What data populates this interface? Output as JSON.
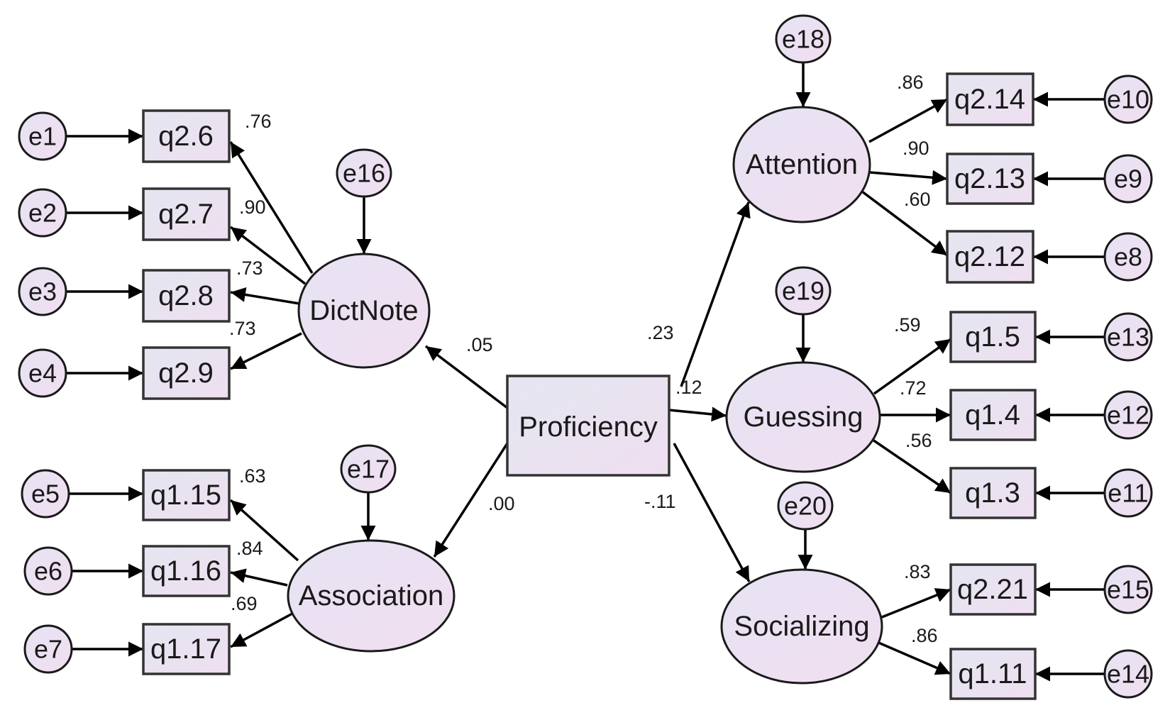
{
  "diagram": {
    "nodes": {
      "proficiency": "Proficiency",
      "dictnote": "DictNote",
      "association": "Association",
      "attention": "Attention",
      "guessing": "Guessing",
      "socializing": "Socializing",
      "q2_6": "q2.6",
      "q2_7": "q2.7",
      "q2_8": "q2.8",
      "q2_9": "q2.9",
      "q1_15": "q1.15",
      "q1_16": "q1.16",
      "q1_17": "q1.17",
      "q2_14": "q2.14",
      "q2_13": "q2.13",
      "q2_12": "q2.12",
      "q1_5": "q1.5",
      "q1_4": "q1.4",
      "q1_3": "q1.3",
      "q2_21": "q2.21",
      "q1_11": "q1.11",
      "e1": "e1",
      "e2": "e2",
      "e3": "e3",
      "e4": "e4",
      "e5": "e5",
      "e6": "e6",
      "e7": "e7",
      "e8": "e8",
      "e9": "e9",
      "e10": "e10",
      "e11": "e11",
      "e12": "e12",
      "e13": "e13",
      "e14": "e14",
      "e15": "e15",
      "e16": "e16",
      "e17": "e17",
      "e18": "e18",
      "e19": "e19",
      "e20": "e20"
    },
    "coefficients": {
      "prof_dictnote": ".05",
      "prof_association": ".00",
      "prof_attention": ".23",
      "prof_guessing": ".12",
      "prof_socializing": "-.11",
      "dictnote_q2_6": ".76",
      "dictnote_q2_7": ".90",
      "dictnote_q2_8": ".73",
      "dictnote_q2_9": ".73",
      "association_q1_15": ".63",
      "association_q1_16": ".84",
      "association_q1_17": ".69",
      "attention_q2_14": ".86",
      "attention_q2_13": ".90",
      "attention_q2_12": ".60",
      "guessing_q1_5": ".59",
      "guessing_q1_4": ".72",
      "guessing_q1_3": ".56",
      "socializing_q2_21": ".83",
      "socializing_q1_11": ".86"
    }
  }
}
